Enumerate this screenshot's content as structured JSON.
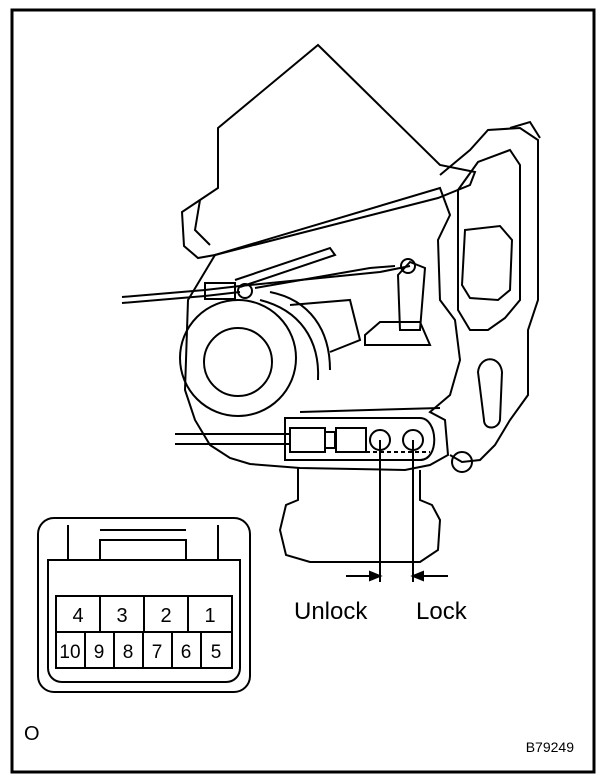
{
  "labels": {
    "unlock": "Unlock",
    "lock": "Lock",
    "view_mark": "O",
    "figure_code": "B79249"
  },
  "connector": {
    "top_row": [
      "4",
      "3",
      "2",
      "1"
    ],
    "bottom_row": [
      "10",
      "9",
      "8",
      "7",
      "6",
      "5"
    ]
  },
  "colors": {
    "line": "#000000",
    "background": "#ffffff"
  }
}
